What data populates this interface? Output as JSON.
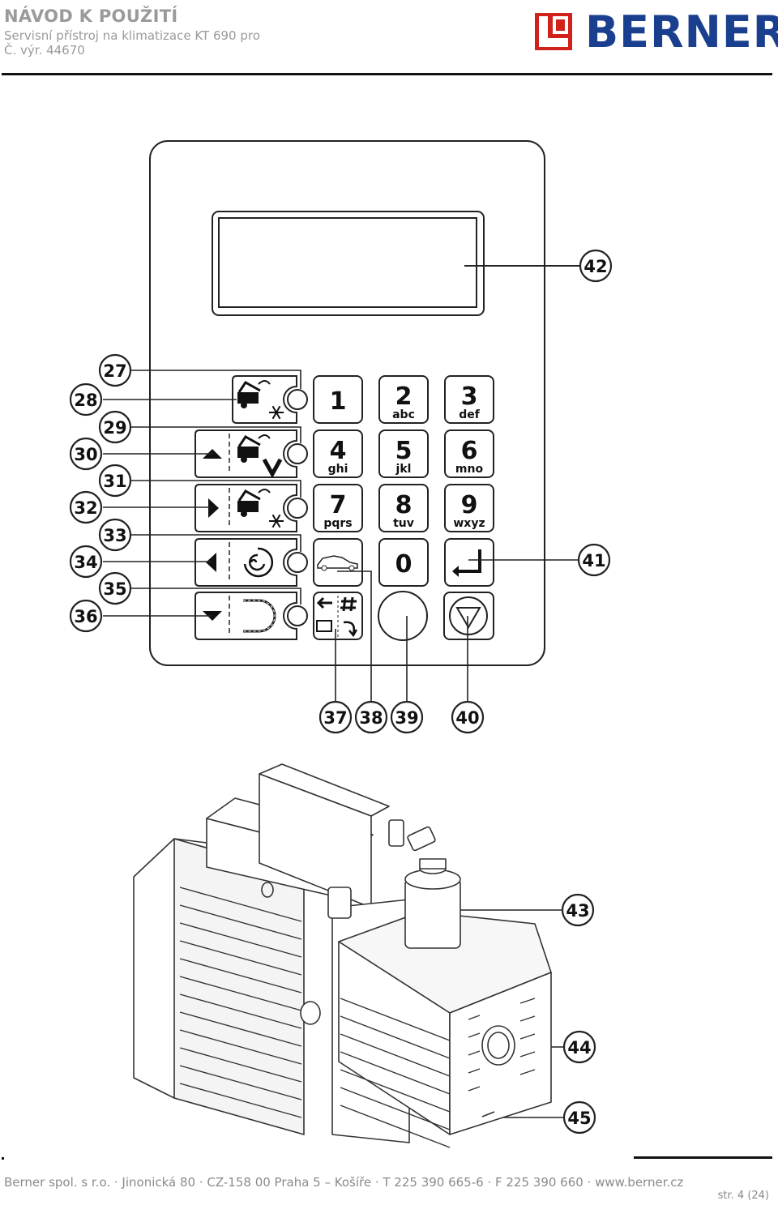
{
  "header": {
    "title": "NÁVOD K POUŽITÍ",
    "subtitle": "Servisní přístroj na klimatizace KT 690 pro",
    "product_code": "Č. výr. 44670"
  },
  "logo": {
    "text": "BERNER",
    "brand_red": "#d0221a",
    "brand_blue": "#1b3f8f"
  },
  "keypad": {
    "keys": [
      {
        "digit": "1",
        "letters": ""
      },
      {
        "digit": "2",
        "letters": "abc"
      },
      {
        "digit": "3",
        "letters": "def"
      },
      {
        "digit": "4",
        "letters": "ghi"
      },
      {
        "digit": "5",
        "letters": "jkl"
      },
      {
        "digit": "6",
        "letters": "mno"
      },
      {
        "digit": "7",
        "letters": "pqrs"
      },
      {
        "digit": "8",
        "letters": "tuv"
      },
      {
        "digit": "9",
        "letters": "wxyz"
      },
      {
        "digit": "0",
        "letters": ""
      }
    ]
  },
  "callouts": {
    "panel": [
      "27",
      "28",
      "29",
      "30",
      "31",
      "32",
      "33",
      "34",
      "35",
      "36",
      "37",
      "38",
      "39",
      "40",
      "41",
      "42"
    ],
    "pump": [
      "43",
      "44",
      "45"
    ]
  },
  "footer": {
    "company_line": "Berner spol. s r.o. · Jinonická 80 · CZ-158 00 Praha 5 – Košíře · T 225 390  665-6 · F 225 390 660 · www.berner.cz",
    "page": "str. 4 (24)"
  }
}
